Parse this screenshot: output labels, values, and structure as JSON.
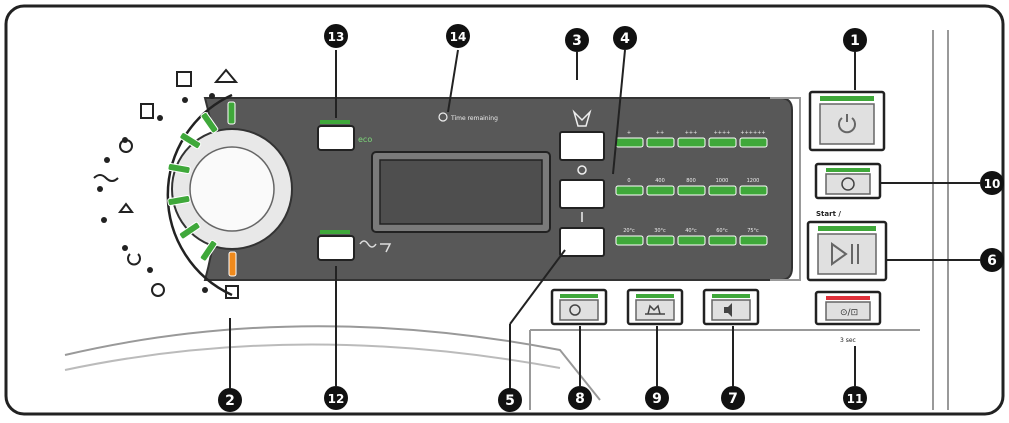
{
  "callouts": [
    "1",
    "2",
    "3",
    "4",
    "5",
    "6",
    "7",
    "8",
    "9",
    "10",
    "11",
    "12",
    "13",
    "14"
  ],
  "panel": {
    "time_remaining_label": "Time remaining",
    "start_label": "Start /",
    "remote_label": "3 sec"
  },
  "option_rows": {
    "soil": [
      "+",
      "++",
      "+++",
      "++++",
      "++++++"
    ],
    "spin": [
      "0",
      "400",
      "800",
      "1000",
      "1200"
    ],
    "temp": [
      "20°c",
      "30°c",
      "40°c",
      "60°c",
      "75°c"
    ]
  },
  "colors": {
    "led_green": "#3fa83a",
    "led_orange": "#f08a1c",
    "led_red": "#e0303a",
    "panel_dark": "#585858",
    "outline": "#222222"
  },
  "icons": {
    "power": "power-icon",
    "delay": "clock-icon",
    "play_pause": "play-pause-icon",
    "child_lock": "lock-icon",
    "sound": "speaker-icon",
    "extra_rinse": "rinse-icon"
  }
}
